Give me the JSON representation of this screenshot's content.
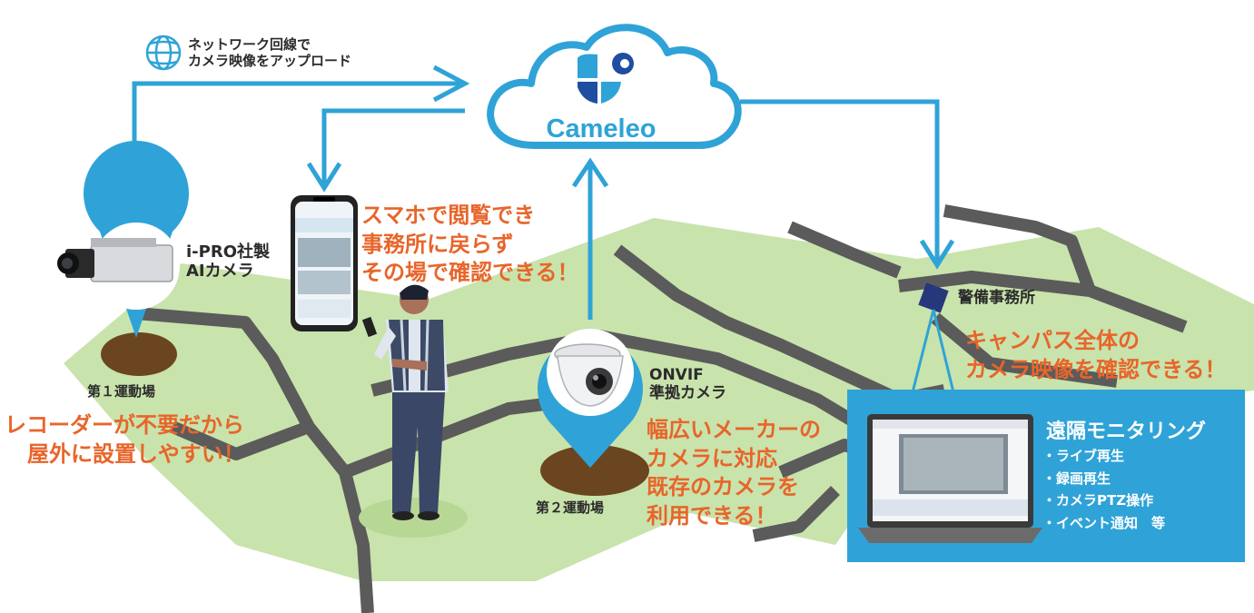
{
  "network_note": [
    "ネットワーク回線で",
    "カメラ映像をアップロード"
  ],
  "cloud": {
    "logo_text": "Cameleo"
  },
  "camera1": {
    "label": [
      "i-PRO社製",
      "AIカメラ"
    ],
    "field": "第１運動場",
    "benefit": [
      "レコーダーが不要だから",
      "屋外に設置しやすい！"
    ]
  },
  "smartphone": {
    "benefit": [
      "スマホで閲覧でき",
      "事務所に戻らず",
      "その場で確認できる！"
    ]
  },
  "camera2": {
    "label": [
      "ONVIF",
      "準拠カメラ"
    ],
    "field": "第２運動場",
    "benefit": [
      "幅広いメーカーの",
      "カメラに対応",
      "既存のカメラを",
      "利用できる！"
    ]
  },
  "office": {
    "label": "警備事務所",
    "benefit": [
      "キャンパス全体の",
      "カメラ映像を確認できる！"
    ]
  },
  "remote": {
    "title": "遠隔モニタリング",
    "items": [
      "ライブ再生",
      "録画再生",
      "カメラPTZ操作",
      "イベント通知　等"
    ]
  },
  "colors": {
    "accent_blue": "#2fa3d7",
    "accent_orange": "#e8652a",
    "map_green": "#c9e3ac",
    "road_gray": "#5b5b5b",
    "ground_brown": "#6b4520"
  }
}
